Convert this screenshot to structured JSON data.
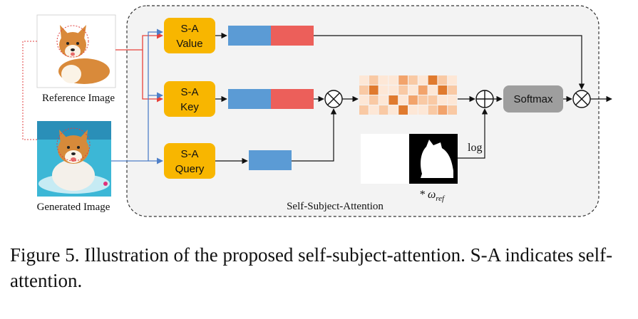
{
  "figure": {
    "reference_image_label": "Reference Image",
    "generated_image_label": "Generated Image",
    "module_label": "Self-Subject-Attention",
    "sa_value": [
      "S-A",
      "Value"
    ],
    "sa_key": [
      "S-A",
      "Key"
    ],
    "sa_query": [
      "S-A",
      "Query"
    ],
    "softmax_label": "Softmax",
    "log_label": "log",
    "weight_label": "* ω",
    "weight_subscript": "ref",
    "colors": {
      "sa_box": "#f8b600",
      "feature_blue": "#5b9bd5",
      "feature_red": "#ec5f5a",
      "softmax_box": "#9e9e9e",
      "panel_fill": "#f3f3f3",
      "arrow_red": "#e8413a",
      "arrow_blue": "#4f7fc8"
    },
    "icons": [
      "dog-photo",
      "dog-in-pool-photo",
      "mask-image",
      "attention-heatmap",
      "multiply-icon",
      "add-icon"
    ]
  },
  "caption": "Figure 5. Illustration of the proposed self-subject-attention. S-A indicates self-attention."
}
